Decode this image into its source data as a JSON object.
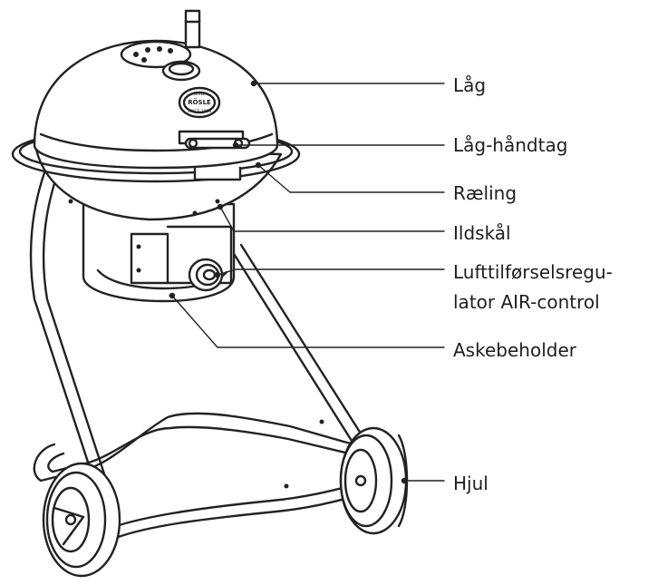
{
  "labels": {
    "lid": "Låg",
    "lid_handle": "Låg-håndtag",
    "railing": "Ræling",
    "fire_bowl": "Ildskål",
    "air_regulator_line1": "Lufttilførselsregu-",
    "air_regulator_line2": "lator AIR-control",
    "ash_container": "Askebeholder",
    "wheel": "Hjul"
  },
  "badge": {
    "line1": "GRILL",
    "line2": "RÖSLE",
    "line3": "SINCE 1888"
  },
  "colors": {
    "line": "#222222",
    "text": "#1e1e1e",
    "fill": "#ffffff"
  }
}
